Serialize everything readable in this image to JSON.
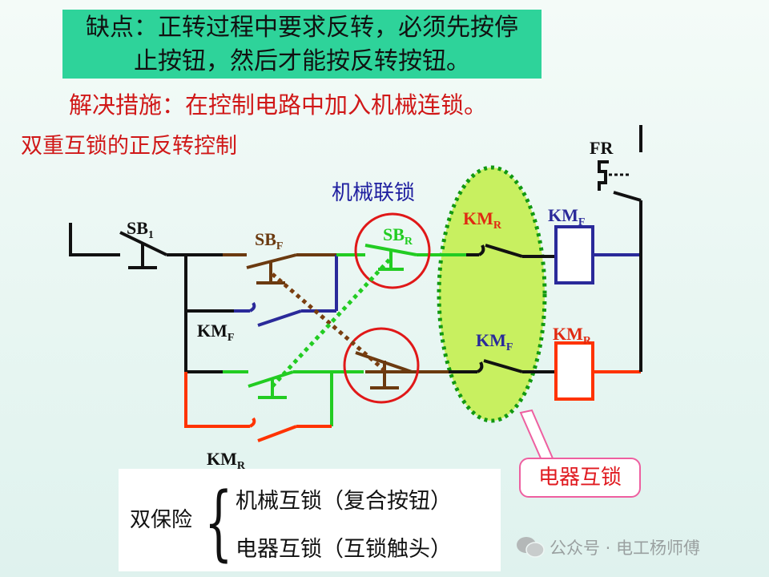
{
  "note": {
    "line1": "缺点：正转过程中要求反转，必须先按停",
    "line2": "止按钮，然后才能按反转按钮。"
  },
  "solution": "解决措施：在控制电路中加入机械连锁。",
  "section_title": "双重互锁的正反转控制",
  "mechanical_interlock_label": "机械联锁",
  "electrical_interlock_callout": "电器互锁",
  "components": {
    "sb1": {
      "main": "SB",
      "sub": "1"
    },
    "sbf": {
      "main": "SB",
      "sub": "F"
    },
    "sbr": {
      "main": "SB",
      "sub": "R"
    },
    "kmr_contact": {
      "main": "KM",
      "sub": "R"
    },
    "kmf_coil": {
      "main": "KM",
      "sub": "F"
    },
    "kmf_aux": {
      "main": "KM",
      "sub": "F"
    },
    "kmf_contact": {
      "main": "KM",
      "sub": "F"
    },
    "kmr_coil": {
      "main": "KM",
      "sub": "R"
    },
    "kmr_aux": {
      "main": "KM",
      "sub": "R"
    },
    "fr": "FR"
  },
  "double_protection": {
    "label": "双保险",
    "items": [
      "机械互锁（复合按钮）",
      "电器互锁（互锁触头）"
    ]
  },
  "watermark": "公众号 · 电工杨师傅",
  "colors": {
    "black": "#111111",
    "brown": "#6b3a10",
    "blue": "#2a2a9a",
    "green": "#22cc22",
    "red_orange": "#ff3300",
    "label_red": "#e02a12",
    "ellipse_fill": "#c8f060",
    "circle_red": "#e01818"
  }
}
